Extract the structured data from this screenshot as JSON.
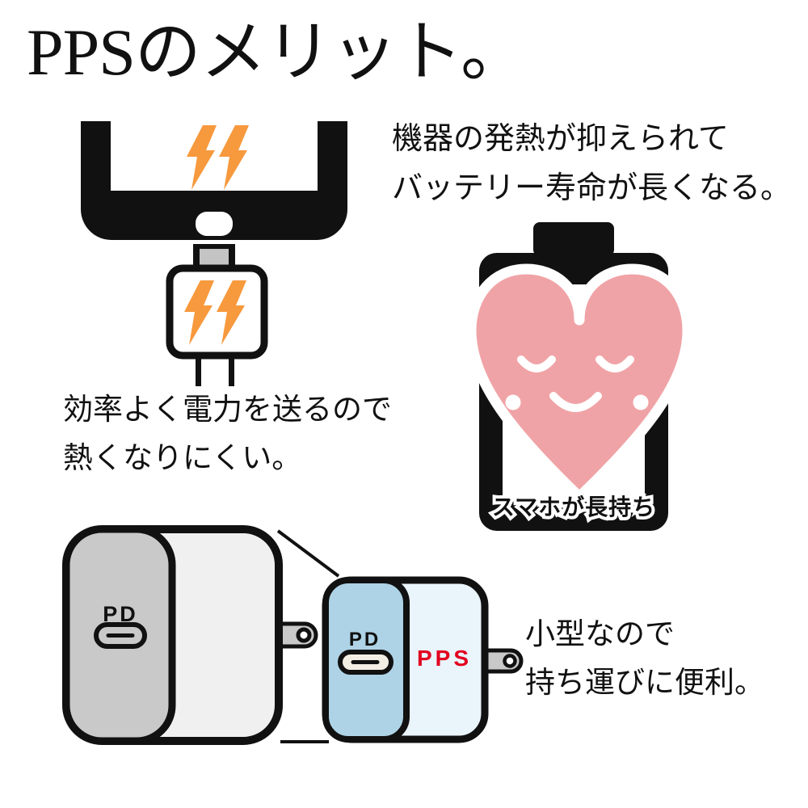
{
  "title": "PPSのメリット。",
  "sections": {
    "efficiency": {
      "text_line1": "効率よく電力を送るので",
      "text_line2": "熱くなりにくい。"
    },
    "battery_life": {
      "text_line1": "機器の発熱が抑えられて",
      "text_line2": "バッテリー寿命が長くなる。",
      "battery_caption": "スマホが長持ち"
    },
    "portability": {
      "text_line1": "小型なので",
      "text_line2": "持ち運びに便利。",
      "big_charger_port_label": "PD",
      "small_charger_port_label": "PD",
      "small_charger_pps_label": "PPS"
    }
  },
  "icons": {
    "lightning": "lightning-bolt-icon",
    "phone": "smartphone-icon",
    "usb_charger": "usb-charger-icon",
    "battery": "battery-icon",
    "heart_face": "relaxed-heart-face-icon",
    "usb_c_port": "usb-c-port-icon",
    "plug_prong": "plug-prong-icon"
  },
  "colors": {
    "bolt_orange": "#f7993d",
    "heart_pink": "#f0a3a6",
    "pps_red": "#e2001f",
    "ink": "#111111",
    "charger_gray_dark": "#c9c9c9",
    "charger_gray_light": "#f0f0f0",
    "charger_blue": "#aed3e6",
    "charger_blue_light": "#eaf4fb",
    "connector_gray": "#c4c4c4"
  }
}
